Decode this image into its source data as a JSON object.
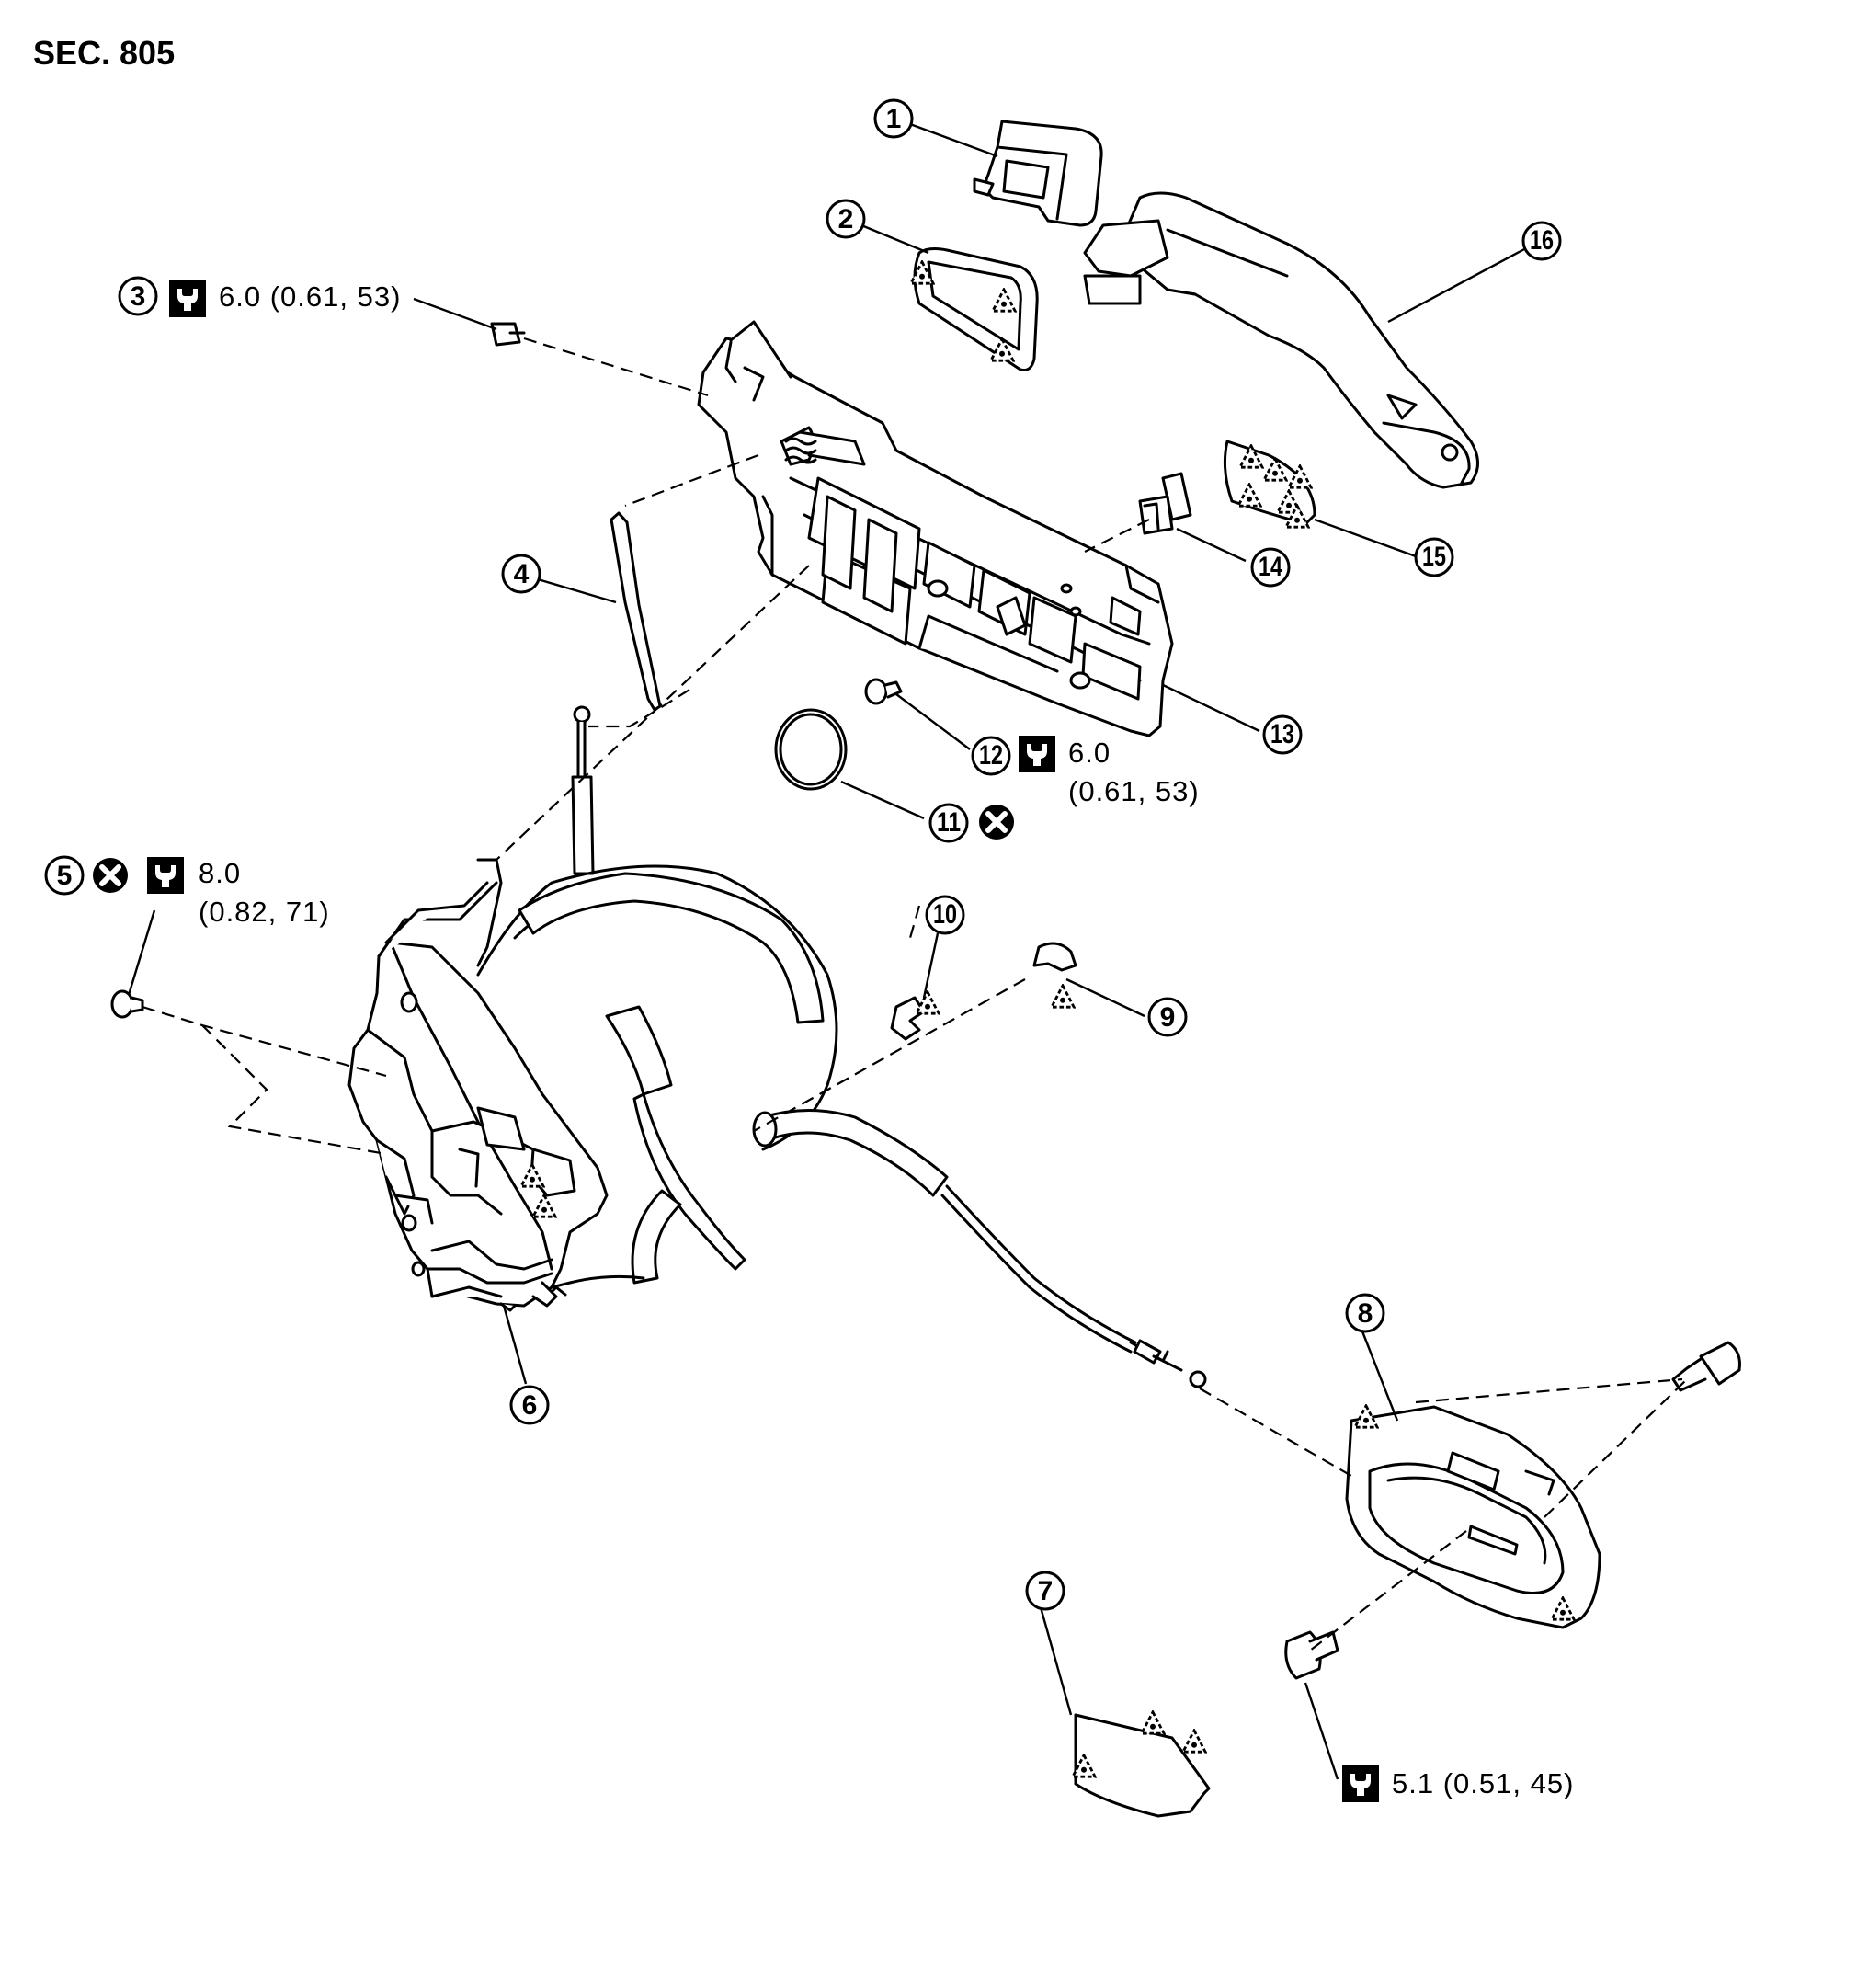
{
  "section": "SEC. 805",
  "callouts": [
    {
      "n": "1"
    },
    {
      "n": "2"
    },
    {
      "n": "3"
    },
    {
      "n": "4"
    },
    {
      "n": "5"
    },
    {
      "n": "6"
    },
    {
      "n": "7"
    },
    {
      "n": "8"
    },
    {
      "n": "9"
    },
    {
      "n": "10"
    },
    {
      "n": "11"
    },
    {
      "n": "12"
    },
    {
      "n": "13"
    },
    {
      "n": "14"
    },
    {
      "n": "15"
    },
    {
      "n": "16"
    }
  ],
  "torques": {
    "item3": "6.0 (0.61, 53)",
    "item5_line1": "8.0",
    "item5_line2": "(0.82, 71)",
    "item12_line1": "6.0",
    "item12_line2": "(0.61, 53)",
    "item8_bolt": "5.1 (0.51, 45)"
  },
  "icons": {
    "torque": "torque-wrench-icon",
    "replace": "do-not-reuse-icon",
    "grease": "grease-application-icon"
  }
}
